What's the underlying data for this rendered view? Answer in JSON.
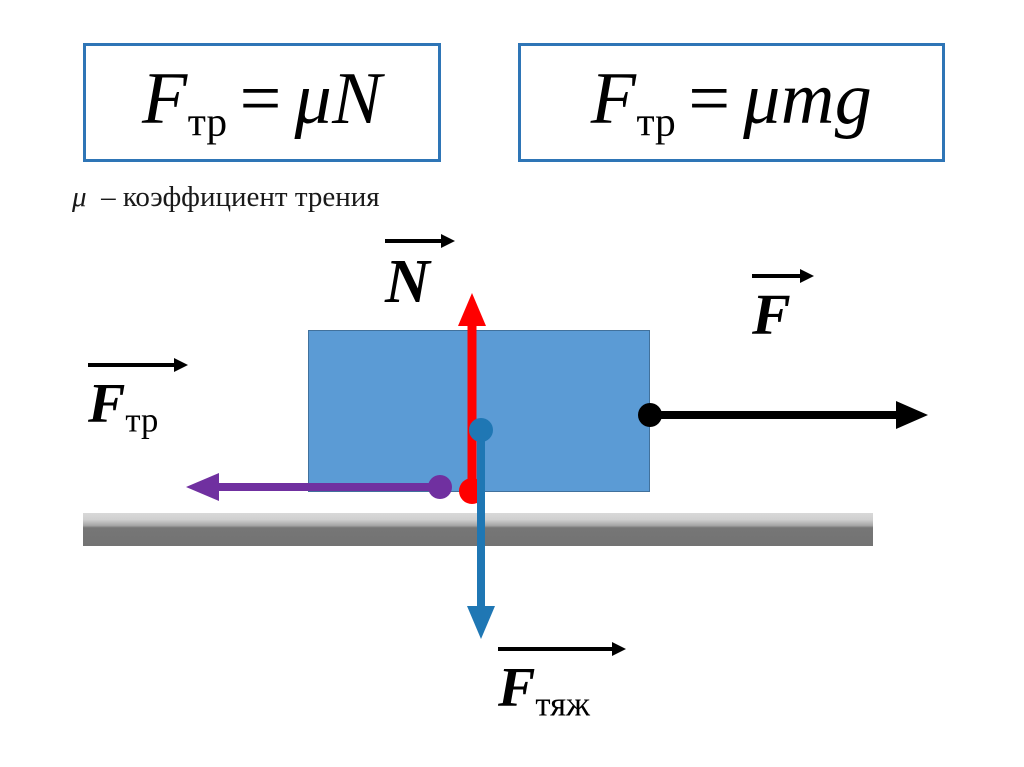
{
  "page": {
    "title": "Сила трения — диаграмма сил",
    "background_color": "#ffffff"
  },
  "formulas": [
    {
      "id": "friction-normal",
      "symbol": "F",
      "subscript": "тр",
      "equals": "=",
      "right_side": "μN",
      "coefficient": "μ",
      "factor": "N",
      "full_text": "F_тр = μN",
      "border_color": "#2E75B6"
    },
    {
      "id": "friction-weight",
      "symbol": "F",
      "subscript": "тр",
      "equals": "=",
      "right_side": "μmg",
      "coefficient": "μ",
      "factor": "mg",
      "full_text": "F_тр = μmg",
      "border_color": "#2E75B6"
    }
  ],
  "caption": {
    "symbol": "μ",
    "dash": "–",
    "text": "коэффициент трения",
    "full_text": "μ – коэффициент трения"
  },
  "diagram": {
    "block": {
      "label": "brick",
      "fill_color": "#5B9BD5",
      "border_color": "#41719C"
    },
    "floor": {
      "label": "surface",
      "color_top": "#d9d9d9",
      "color_bottom": "#737373"
    },
    "vectors": [
      {
        "name": "normal-force",
        "symbol": "N",
        "subscript": "",
        "color": "#FF0000",
        "direction": "up",
        "origin": "bottom-center-of-block"
      },
      {
        "name": "applied-force",
        "symbol": "F",
        "subscript": "",
        "color": "#000000",
        "direction": "right",
        "origin": "right-edge-of-block"
      },
      {
        "name": "friction-force",
        "symbol": "F",
        "subscript": "тр",
        "color": "#7030A0",
        "direction": "left",
        "origin": "bottom-of-block"
      },
      {
        "name": "gravity-force",
        "symbol": "F",
        "subscript": "тяж",
        "color": "#1F77B4",
        "direction": "down",
        "origin": "center-of-block"
      }
    ]
  },
  "labels": {
    "normal": {
      "symbol": "N",
      "subscript": ""
    },
    "applied": {
      "symbol": "F",
      "subscript": ""
    },
    "friction": {
      "symbol": "F",
      "subscript": "тр"
    },
    "gravity": {
      "symbol": "F",
      "subscript": "тяж"
    }
  }
}
